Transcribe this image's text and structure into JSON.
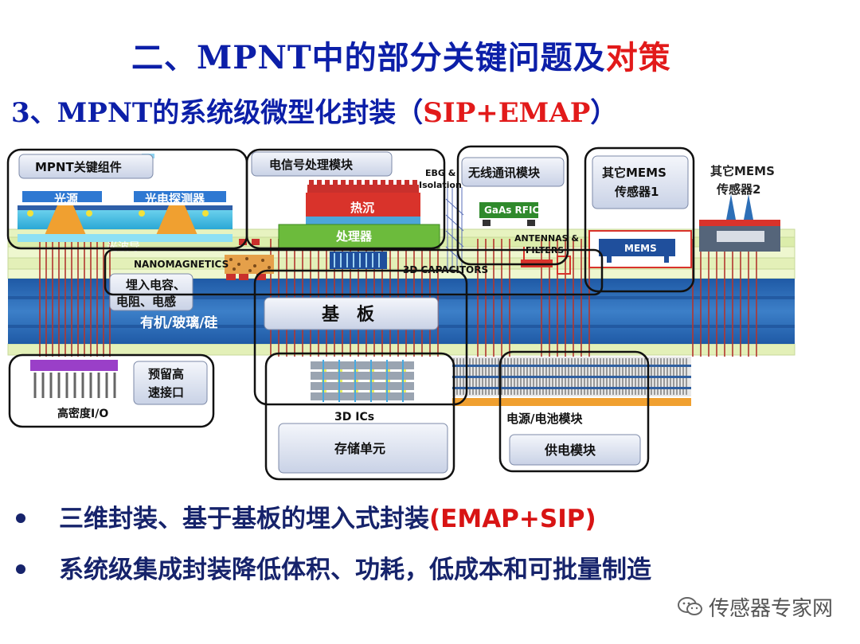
{
  "title": {
    "main_prefix": "二、MPNT中的部分关键问题及",
    "main_suffix": "对策"
  },
  "subtitle": {
    "prefix": "3、MPNT的系统级微型化封装（",
    "highlight": "SIP+EMAP",
    "suffix": "）"
  },
  "diagram": {
    "box_key_components": "MPNT关键组件",
    "light_source": "光源",
    "photodetector": "光电探测器",
    "waveguide": "光波导",
    "signal_module": "电信号处理模块",
    "heat_sink": "热沉",
    "processor": "处理器",
    "ebg": "EBG &",
    "isolation": "Isolation",
    "wireless_module": "无线通讯模块",
    "gaas_rfic": "GaAs RFIC",
    "antennas": "ANTENNAS &",
    "filters": "FILTERS",
    "mems1_line1": "其它MEMS",
    "mems1_line2": "传感器1",
    "mems2_line1": "其它MEMS",
    "mems2_line2": "传感器2",
    "mems_chip": "MEMS",
    "nanomagnetics": "NANOMAGNETICS",
    "capacitors_3d": "3D CAPACITORS",
    "embedded_line1": "埋入电容、",
    "embedded_line2": "电阻、电感",
    "substrate_label": "基　板",
    "substrate_material": "有机/玻璃/硅",
    "reserved_line1": "预留高",
    "reserved_line2": "速接口",
    "high_density_io": "高密度I/O",
    "ics_3d": "3D ICs",
    "storage_unit": "存储单元",
    "power_module": "电源/电池模块",
    "supply_module": "供电模块"
  },
  "bullets": [
    {
      "text": "三维封装、基于基板的埋入式封装",
      "highlight": "(EMAP+SIP)"
    },
    {
      "text": "系统级集成封装降低体积、功耗，低成本和可批量制造",
      "highlight": ""
    }
  ],
  "watermark": "传感器专家网",
  "colors": {
    "title_blue": "#0c1fa8",
    "accent_red": "#e21a1a",
    "substrate_blue": "#2f6fb8",
    "layer_green": "#e3f0b8"
  }
}
